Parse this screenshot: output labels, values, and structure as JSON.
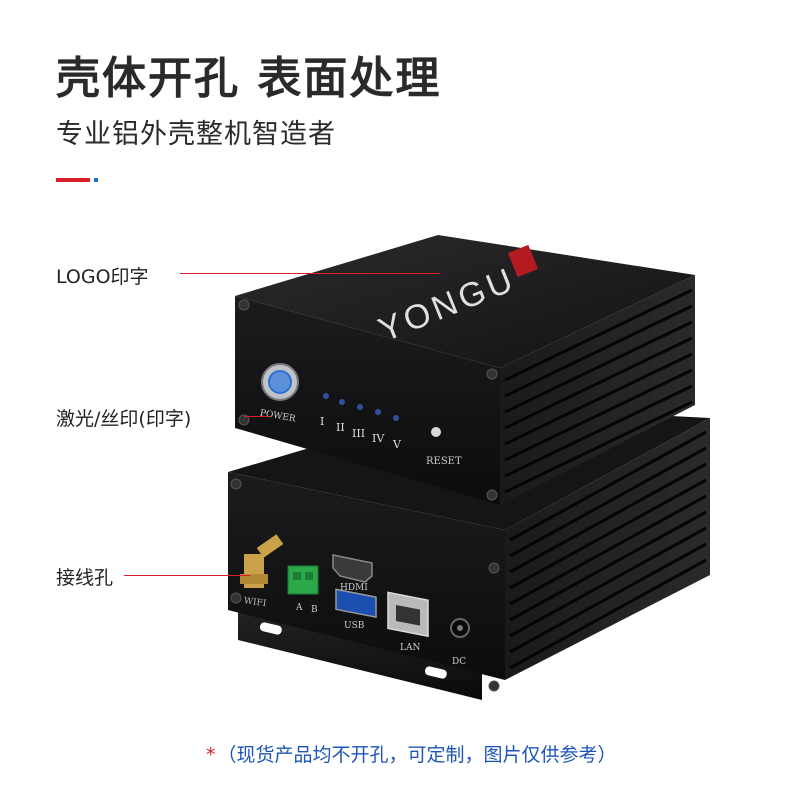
{
  "header": {
    "title": "壳体开孔 表面处理",
    "subtitle": "专业铝外壳整机智造者"
  },
  "callouts": {
    "logo": "LOGO印字",
    "laser": "激光/丝印(印字)",
    "ports": "接线孔"
  },
  "product": {
    "brand": "YONGU",
    "power": "POWER",
    "leds": [
      "I",
      "II",
      "III",
      "IV",
      "V"
    ],
    "reset": "RESET",
    "wifi": "WIFI",
    "term_a": "A",
    "term_b": "B",
    "hdmi": "HDMI",
    "usb": "USB",
    "lan": "LAN",
    "dc": "DC"
  },
  "footer": {
    "star": "*",
    "note": "（现货产品均不开孔，可定制，图片仅供参考）"
  },
  "colors": {
    "accent_red": "#d81e2a",
    "accent_blue": "#1d6fd8",
    "note_blue": "#1d56b8"
  }
}
